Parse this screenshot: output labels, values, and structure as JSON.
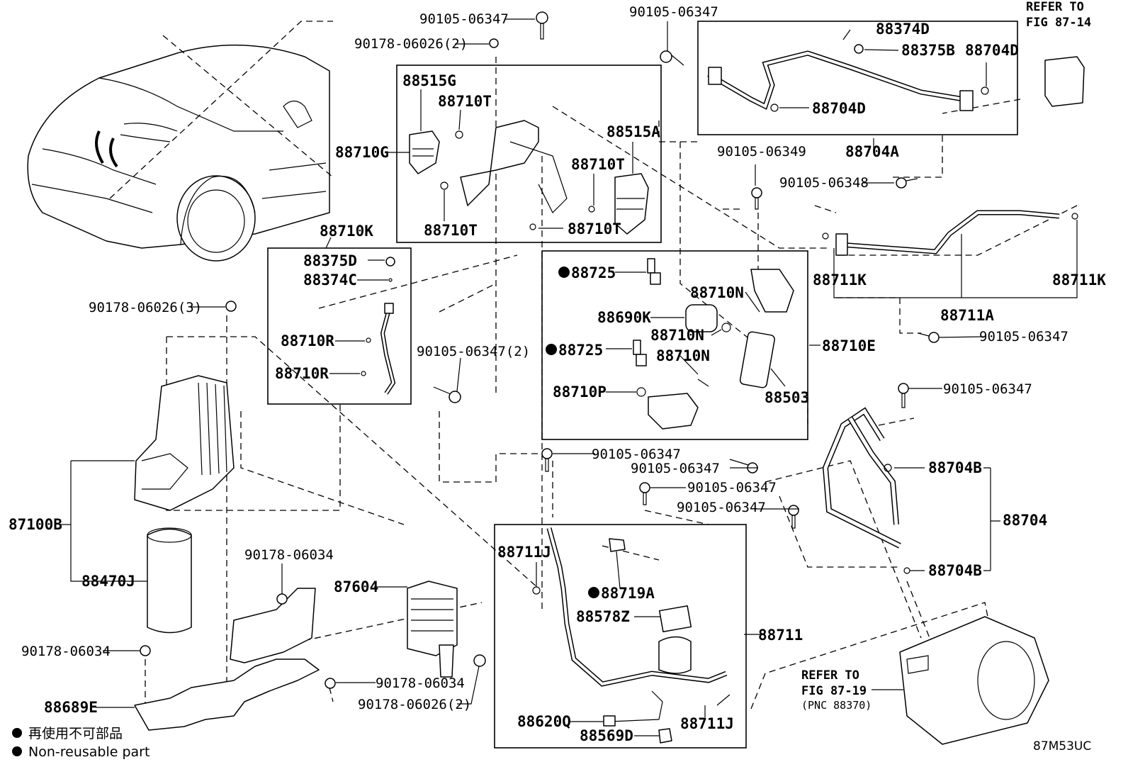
{
  "labels": {
    "p90105_06347_a": "90105-06347",
    "p90178_06026_2_a": "90178-06026(2)",
    "p90105_06347_b": "90105-06347",
    "refer_fig_87_14_l1": "REFER TO",
    "refer_fig_87_14_l2": "FIG 87-14",
    "p88374D": "88374D",
    "p88375B": "88375B",
    "p88704D_a": "88704D",
    "p88704D_b": "88704D",
    "p88704A": "88704A",
    "p90105_06349": "90105-06349",
    "p90105_06348": "90105-06348",
    "p88515G": "88515G",
    "p88710T_a": "88710T",
    "p88710G": "88710G",
    "p88515A": "88515A",
    "p88710T_b": "88710T",
    "p88710T_c": "88710T",
    "p88710T_d": "88710T",
    "p88710K": "88710K",
    "p88375D": "88375D",
    "p88374C": "88374C",
    "p88710R_a": "88710R",
    "p88710R_b": "88710R",
    "p90105_06347_2": "90105-06347(2)",
    "p90178_06026_3": "90178-06026(3)",
    "p88725_a": "88725",
    "p88710N_a": "88710N",
    "p88690K": "88690K",
    "p88710N_b": "88710N",
    "p88725_b": "88725",
    "p88710N_c": "88710N",
    "p88710E": "88710E",
    "p88710P": "88710P",
    "p88503": "88503",
    "p88711K_a": "88711K",
    "p88711K_b": "88711K",
    "p88711A": "88711A",
    "p90105_06347_c": "90105-06347",
    "p90105_06347_d": "90105-06347",
    "p87100B": "87100B",
    "p90105_06347_e": "90105-06347",
    "p90105_06347_f": "90105-06347",
    "p90105_06347_g": "90105-06347",
    "p90105_06347_h": "90105-06347",
    "p88704B_a": "88704B",
    "p88704": "88704",
    "p88704B_b": "88704B",
    "p88470J": "88470J",
    "p90178_06034_a": "90178-06034",
    "p87604": "87604",
    "p88711J_a": "88711J",
    "p88719A": "88719A",
    "p88578Z": "88578Z",
    "p88711": "88711",
    "p90178_06034_b": "90178-06034",
    "p88689E": "88689E",
    "p90178_06034_c": "90178-06034",
    "p90178_06026_2_b": "90178-06026(2)",
    "p88620Q": "88620Q",
    "p88569D": "88569D",
    "p88711J_b": "88711J",
    "refer_fig_87_19_l1": "REFER TO",
    "refer_fig_87_19_l2": "FIG 87-19",
    "refer_fig_87_19_l3": "(PNC 88370)"
  },
  "legend": {
    "japanese": "再使用不可部品",
    "english": "Non-reusable part"
  },
  "diagram_code": "87M53UC"
}
